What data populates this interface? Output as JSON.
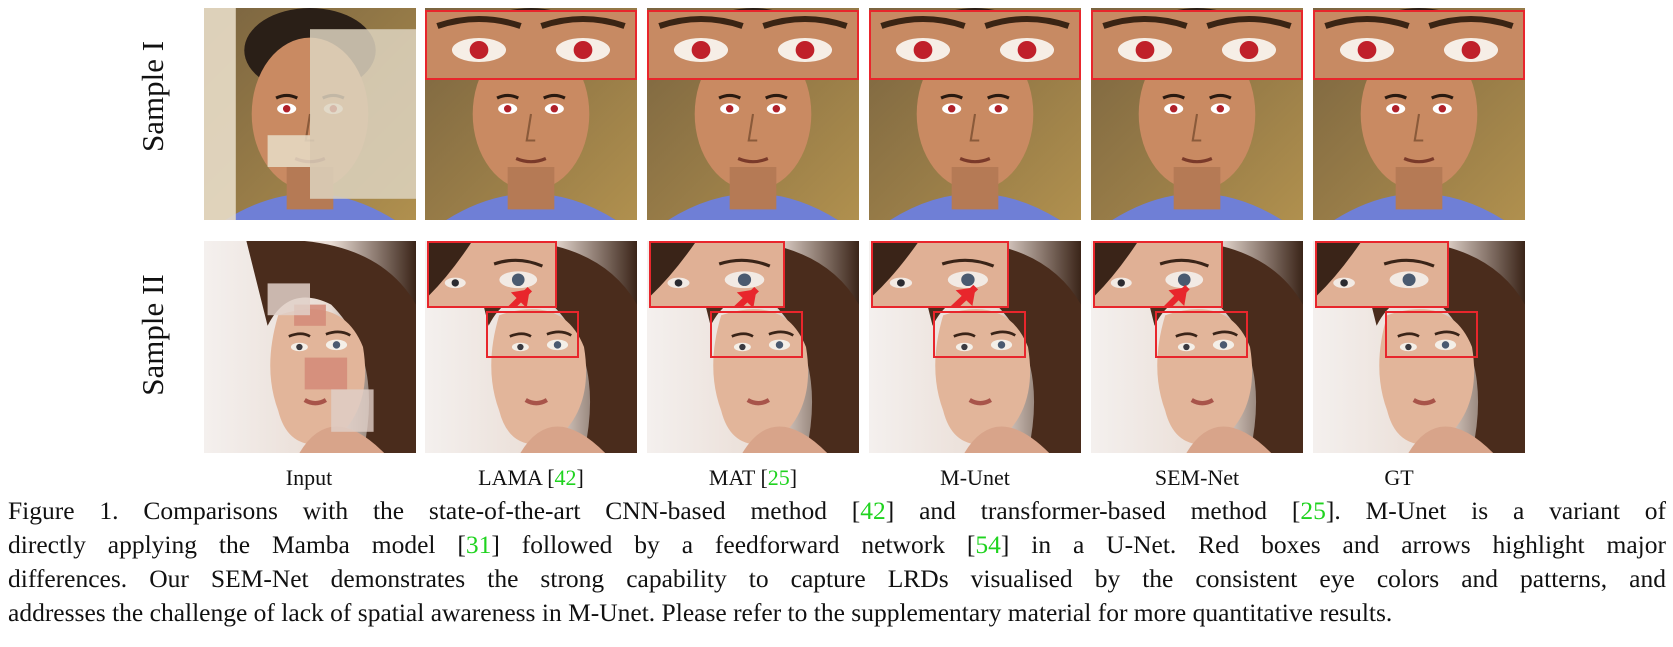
{
  "rows": [
    {
      "label": "Sample I"
    },
    {
      "label": "Sample II"
    }
  ],
  "columns": [
    {
      "name": "Input",
      "cite": ""
    },
    {
      "name": "LAMA [",
      "cite": "42",
      "close": "]"
    },
    {
      "name": "MAT [",
      "cite": "25",
      "close": "]"
    },
    {
      "name": "M-Unet",
      "cite": ""
    },
    {
      "name": "SEM-Net",
      "cite": ""
    },
    {
      "name": "GT",
      "cite": ""
    }
  ],
  "caption": {
    "line1_a": "Figure 1.  Comparisons with the state-of-the-art CNN-based method [",
    "line1_c1": "42",
    "line1_b": "] and transformer-based method [",
    "line1_c2": "25",
    "line1_d": "].  M-Unet is a variant of",
    "line2_a": "directly applying the Mamba model [",
    "line2_c1": "31",
    "line2_b": "] followed by a feedforward network [",
    "line2_c2": "54",
    "line2_d": "] in a U-Net.  Red boxes and arrows highlight major",
    "line3": "differences. Our SEM-Net demonstrates the strong capability to capture LRDs visualised by the consistent eye colors and patterns, and",
    "line4": "addresses the challenge of lack of spatial awareness in M-Unet. Please refer to the supplementary material for more quantitative results."
  },
  "colors": {
    "highlight": "#e8262c",
    "citation": "#1fd31f"
  }
}
